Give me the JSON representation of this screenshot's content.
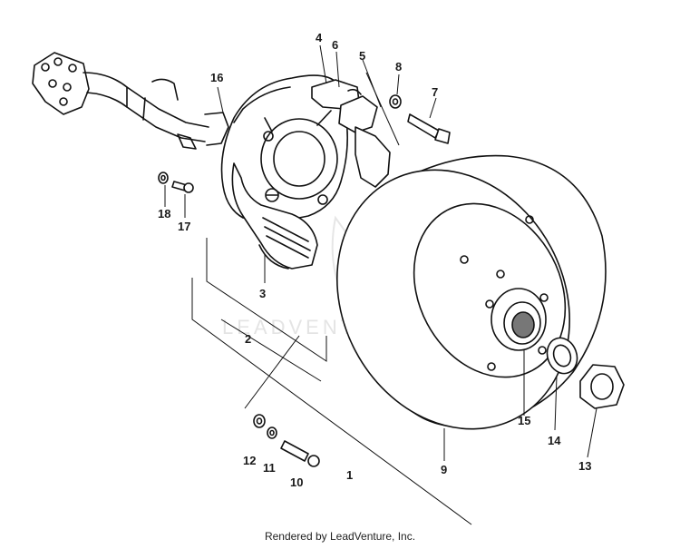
{
  "watermark": "LEADVENTURE",
  "footer": "Rendered by LeadVenture, Inc.",
  "callouts": {
    "c1": "1",
    "c2": "2",
    "c3": "3",
    "c4": "4",
    "c5": "5",
    "c6": "6",
    "c7": "7",
    "c8": "8",
    "c9": "9",
    "c10": "10",
    "c11": "11",
    "c12": "12",
    "c13": "13",
    "c14": "14",
    "c15": "15",
    "c16": "16",
    "c17": "17",
    "c18": "18"
  }
}
